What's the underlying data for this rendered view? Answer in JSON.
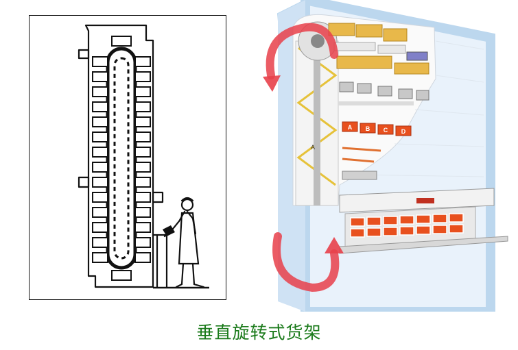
{
  "caption": "垂直旋转式货架",
  "right_panel": {
    "bin_letters": [
      "A",
      "B",
      "C",
      "D"
    ],
    "side_letter": "A"
  },
  "colors": {
    "caption": "#1a7a1a",
    "rotation_arrow": "#e8404a",
    "frame": "#bcd7ee",
    "bins": "#e8501e",
    "shelf_box": "#e8b84a"
  }
}
